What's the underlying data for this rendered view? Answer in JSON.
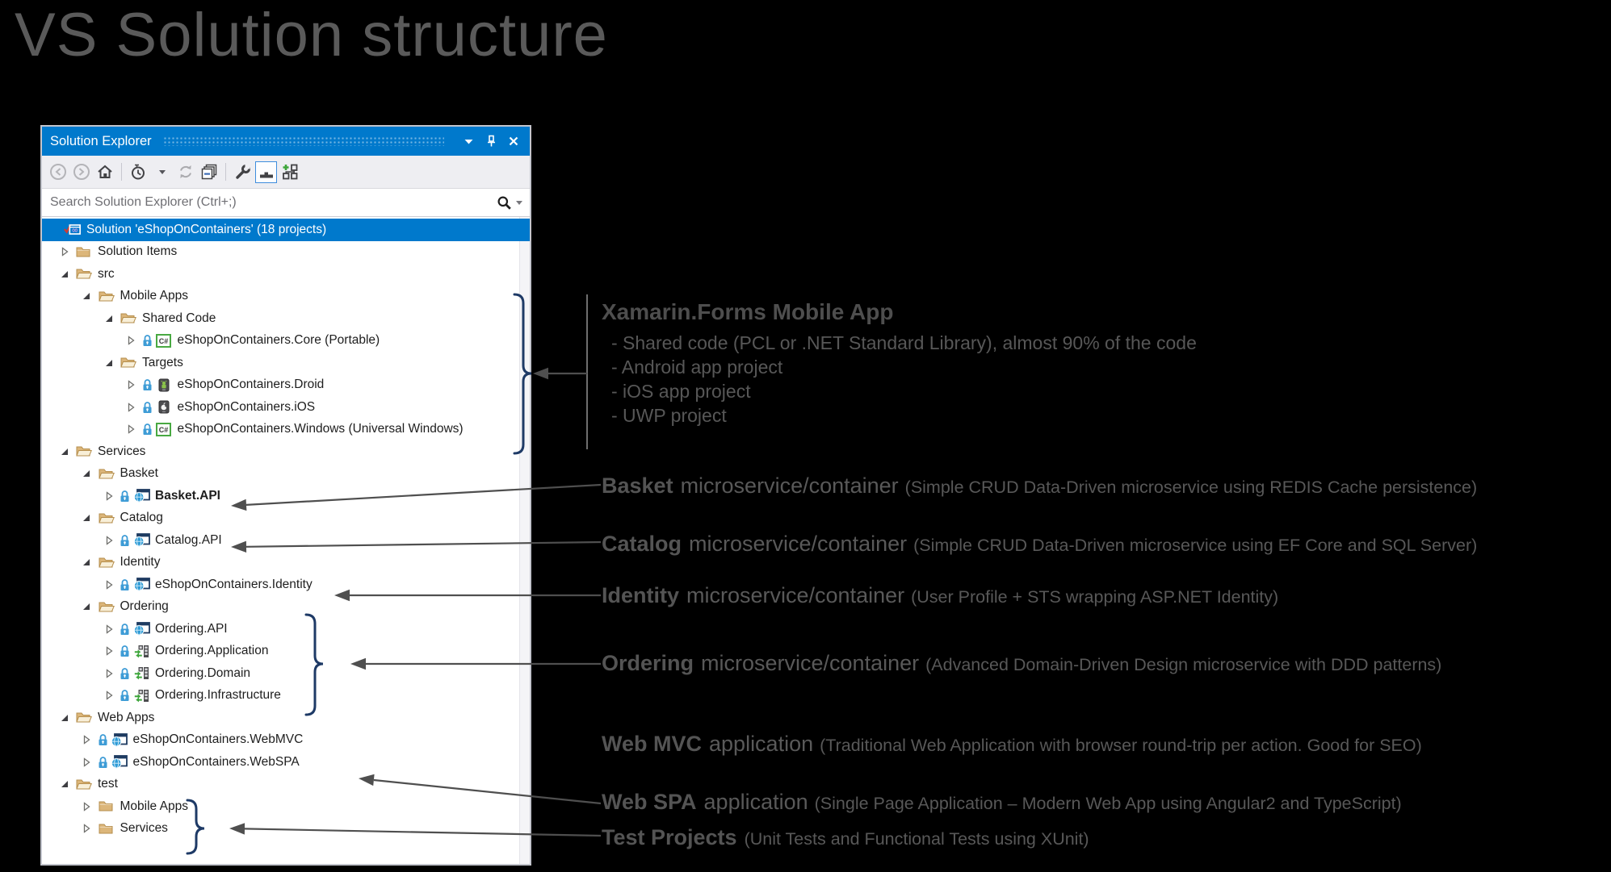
{
  "page": {
    "title": "VS Solution structure"
  },
  "panel": {
    "title": "Solution Explorer",
    "titlebar": {
      "icons": [
        {
          "name": "window-position",
          "icon": "caret-down-white"
        },
        {
          "name": "auto-hide-pin",
          "icon": "pin"
        },
        {
          "name": "close",
          "icon": "close"
        }
      ]
    },
    "toolbar": {
      "buttons": [
        {
          "name": "navigate-back",
          "icon": "back",
          "disabled": true
        },
        {
          "name": "navigate-forward",
          "icon": "forward",
          "disabled": true
        },
        {
          "name": "home",
          "icon": "home"
        },
        {
          "sep": true
        },
        {
          "name": "pending-changes-filter",
          "icon": "history"
        },
        {
          "name": "filter-dropdown",
          "icon": "caret"
        },
        {
          "name": "refresh",
          "icon": "sync",
          "disabled": true
        },
        {
          "name": "collapse-all",
          "icon": "collapse-all"
        },
        {
          "sep": true
        },
        {
          "name": "properties",
          "icon": "wrench"
        },
        {
          "name": "preview-selected-items",
          "icon": "preview",
          "active": true
        },
        {
          "name": "sync-with-active-document",
          "icon": "sync-doc"
        }
      ]
    },
    "search": {
      "placeholder": "Search Solution Explorer (Ctrl+;)"
    },
    "tree": [
      {
        "label": "Solution 'eShopOnContainers' (18 projects)",
        "level": 0,
        "expander": "none",
        "icon": "solution",
        "selected": true
      },
      {
        "label": "Solution Items",
        "level": 1,
        "expander": "collapsed",
        "icon": "folder-closed"
      },
      {
        "label": "src",
        "level": 1,
        "expander": "expanded",
        "icon": "folder-open"
      },
      {
        "label": "Mobile Apps",
        "level": 2,
        "expander": "expanded",
        "icon": "folder-open"
      },
      {
        "label": "Shared Code",
        "level": 3,
        "expander": "expanded",
        "icon": "folder-open"
      },
      {
        "label": "eShopOnContainers.Core (Portable)",
        "level": 4,
        "expander": "collapsed",
        "icon": "csharp",
        "lock": true
      },
      {
        "label": "Targets",
        "level": 3,
        "expander": "expanded",
        "icon": "folder-open"
      },
      {
        "label": "eShopOnContainers.Droid",
        "level": 4,
        "expander": "collapsed",
        "icon": "android",
        "lock": true
      },
      {
        "label": "eShopOnContainers.iOS",
        "level": 4,
        "expander": "collapsed",
        "icon": "apple",
        "lock": true
      },
      {
        "label": "eShopOnContainers.Windows (Universal Windows)",
        "level": 4,
        "expander": "collapsed",
        "icon": "csharp",
        "lock": true
      },
      {
        "label": "Services",
        "level": 1,
        "expander": "expanded",
        "icon": "folder-open"
      },
      {
        "label": "Basket",
        "level": 2,
        "expander": "expanded",
        "icon": "folder-open"
      },
      {
        "label": "Basket.API",
        "level": 3,
        "expander": "collapsed",
        "icon": "web",
        "lock": true,
        "bold": true
      },
      {
        "label": "Catalog",
        "level": 2,
        "expander": "expanded",
        "icon": "folder-open"
      },
      {
        "label": "Catalog.API",
        "level": 3,
        "expander": "collapsed",
        "icon": "web",
        "lock": true
      },
      {
        "label": "Identity",
        "level": 2,
        "expander": "expanded",
        "icon": "folder-open"
      },
      {
        "label": "eShopOnContainers.Identity",
        "level": 3,
        "expander": "collapsed",
        "icon": "web",
        "lock": true
      },
      {
        "label": "Ordering",
        "level": 2,
        "expander": "expanded",
        "icon": "folder-open"
      },
      {
        "label": "Ordering.API",
        "level": 3,
        "expander": "collapsed",
        "icon": "web",
        "lock": true
      },
      {
        "label": "Ordering.Application",
        "level": 3,
        "expander": "collapsed",
        "icon": "library",
        "lock": true
      },
      {
        "label": "Ordering.Domain",
        "level": 3,
        "expander": "collapsed",
        "icon": "library",
        "lock": true
      },
      {
        "label": "Ordering.Infrastructure",
        "level": 3,
        "expander": "collapsed",
        "icon": "library",
        "lock": true
      },
      {
        "label": "Web Apps",
        "level": 1,
        "expander": "expanded",
        "icon": "folder-open"
      },
      {
        "label": "eShopOnContainers.WebMVC",
        "level": 2,
        "expander": "collapsed",
        "icon": "web",
        "lock": true
      },
      {
        "label": "eShopOnContainers.WebSPA",
        "level": 2,
        "expander": "collapsed",
        "icon": "web",
        "lock": true
      },
      {
        "label": "test",
        "level": 1,
        "expander": "expanded",
        "icon": "folder-open"
      },
      {
        "label": "Mobile Apps",
        "level": 2,
        "expander": "collapsed",
        "icon": "folder-closed"
      },
      {
        "label": "Services",
        "level": 2,
        "expander": "collapsed",
        "icon": "folder-closed"
      }
    ]
  },
  "annotations": [
    {
      "id": "xamarin-forms-mobile-app",
      "heading": "Xamarin.Forms Mobile App",
      "bullets": [
        "- Shared code (PCL or .NET Standard Library), almost 90% of the code",
        "- Android app project",
        "- iOS app project",
        "- UWP project"
      ]
    },
    {
      "id": "basket",
      "title": "Basket",
      "subtitle": "microservice/container",
      "detail": "(Simple CRUD Data-Driven microservice using REDIS Cache persistence)"
    },
    {
      "id": "catalog",
      "title": "Catalog",
      "subtitle": "microservice/container",
      "detail": "(Simple CRUD Data-Driven microservice using EF Core and SQL Server)"
    },
    {
      "id": "identity",
      "title": "Identity",
      "subtitle": "microservice/container",
      "detail": "(User Profile + STS wrapping ASP.NET Identity)"
    },
    {
      "id": "ordering",
      "title": "Ordering",
      "subtitle": "microservice/container",
      "detail": "(Advanced Domain-Driven Design microservice with DDD patterns)"
    },
    {
      "id": "web-mvc",
      "title": "Web MVC",
      "subtitle": "application",
      "detail": "(Traditional Web Application with browser round-trip per action. Good for SEO)"
    },
    {
      "id": "web-spa",
      "title": "Web SPA",
      "subtitle": "application",
      "detail": "(Single Page Application – Modern Web App using Angular2 and TypeScript)"
    },
    {
      "id": "test-projects",
      "title": "Test Projects",
      "subtitle": "",
      "detail": "(Unit Tests and Functional Tests using XUnit)"
    }
  ],
  "colors": {
    "background": "#000000",
    "titlebar_blue": "#0079CC",
    "selection_blue": "#0079CC",
    "toolbar_bg": "#EEEEF2",
    "panel_bg": "#FFFFFF",
    "folder_tan": "#DCB67A",
    "lock_blue": "#3E9CD6",
    "slide_title_gray": "#5A5A5A",
    "annotation_text": "#575757",
    "arrow_gray": "#4F4F4F",
    "brace_navy": "#1E3A66"
  }
}
